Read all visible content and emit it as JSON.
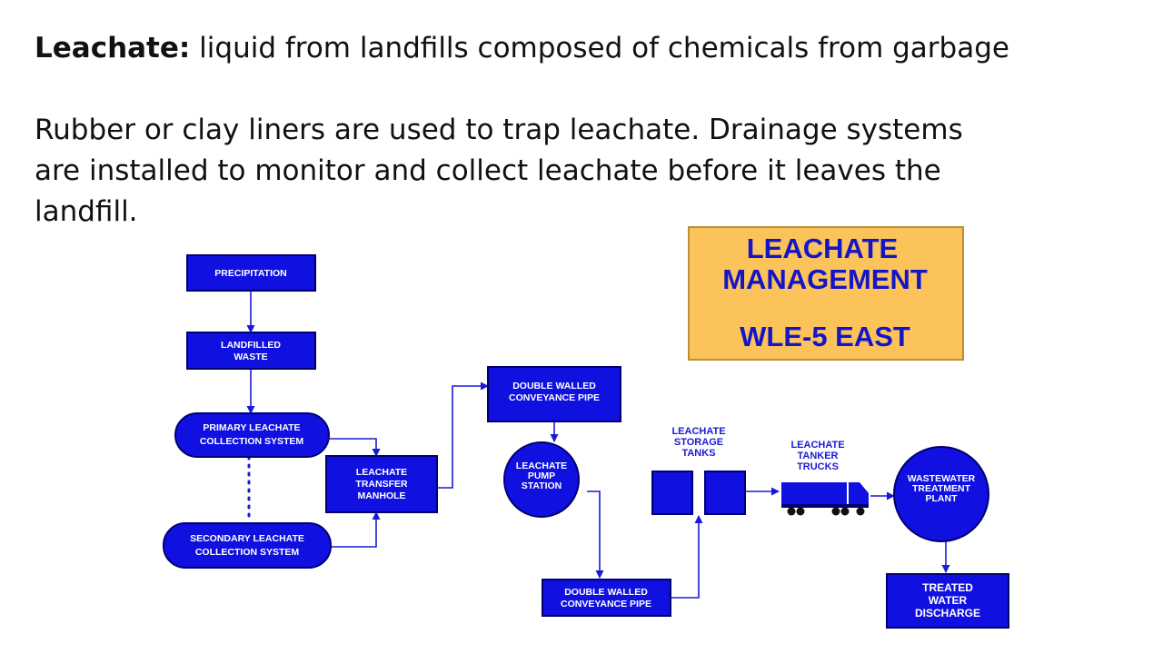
{
  "definition": {
    "term": "Leachate:",
    "text": " liquid from landfills composed of chemicals from garbage"
  },
  "paragraph": {
    "lines": [
      "Rubber or clay liners are used to trap leachate. Drainage systems",
      "are installed to monitor and collect leachate before it leaves the",
      "landfill."
    ]
  },
  "diagram": {
    "title": {
      "lines": [
        "LEACHATE",
        "MANAGEMENT",
        "WLE-5 EAST"
      ]
    },
    "nodes": {
      "precipitation": [
        "PRECIPITATION"
      ],
      "landfilled_waste": [
        "LANDFILLED",
        "WASTE"
      ],
      "primary_collection": [
        "PRIMARY LEACHATE",
        "COLLECTION SYSTEM"
      ],
      "secondary_collection": [
        "SECONDARY LEACHATE",
        "COLLECTION SYSTEM"
      ],
      "transfer_manhole": [
        "LEACHATE",
        "TRANSFER",
        "MANHOLE"
      ],
      "conveyance_pipe_upper": [
        "DOUBLE WALLED",
        "CONVEYANCE PIPE"
      ],
      "pump_station": [
        "LEACHATE",
        "PUMP",
        "STATION"
      ],
      "conveyance_pipe_lower": [
        "DOUBLE WALLED",
        "CONVEYANCE PIPE"
      ],
      "storage_tanks": [
        "LEACHATE",
        "STORAGE",
        "TANKS"
      ],
      "tanker_trucks": [
        "LEACHATE",
        "TANKER",
        "TRUCKS"
      ],
      "treatment_plant": [
        "WASTEWATER",
        "TREATMENT",
        "PLANT"
      ],
      "treated_discharge": [
        "TREATED",
        "WATER",
        "DISCHARGE"
      ]
    },
    "colors": {
      "box_fill": "#1010e0",
      "box_stroke": "#000070",
      "arrow": "#1a1ad6",
      "title_bg": "#fbc35a",
      "title_text": "#1515c8"
    }
  }
}
